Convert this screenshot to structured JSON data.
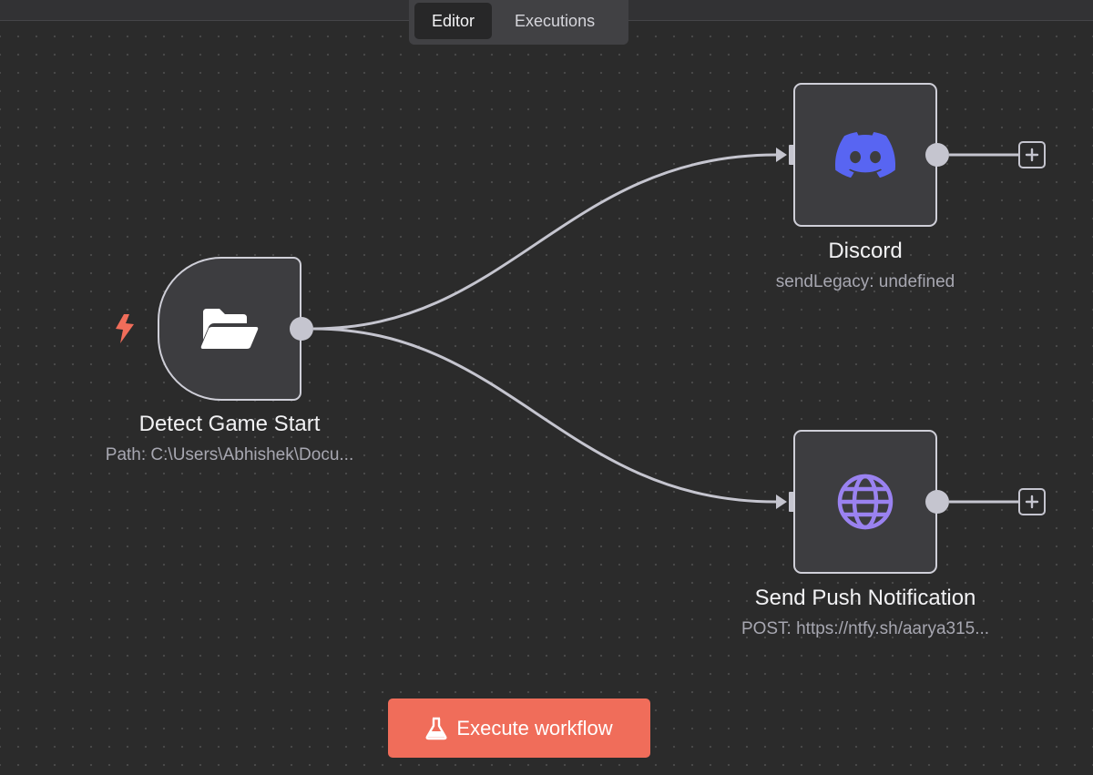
{
  "tabs": [
    {
      "label": "Editor",
      "active": true
    },
    {
      "label": "Executions",
      "active": false
    }
  ],
  "nodes": {
    "trigger": {
      "title": "Detect Game Start",
      "subtitle": "Path: C:\\Users\\Abhishek\\Docu...",
      "icon": "folder-open-icon"
    },
    "discord": {
      "title": "Discord",
      "subtitle": "sendLegacy: undefined",
      "icon": "discord-icon"
    },
    "push": {
      "title": "Send Push Notification",
      "subtitle": "POST: https://ntfy.sh/aarya315...",
      "icon": "globe-icon"
    }
  },
  "execute_button": {
    "label": "Execute workflow",
    "icon": "flask-icon"
  },
  "colors": {
    "canvas": "#2b2b2b",
    "node_bg": "#3d3d40",
    "node_border": "#cfcfd8",
    "edge": "#c5c5cf",
    "accent": "#f06d5a",
    "discord": "#5865f2",
    "globe": "#9a82f0"
  }
}
